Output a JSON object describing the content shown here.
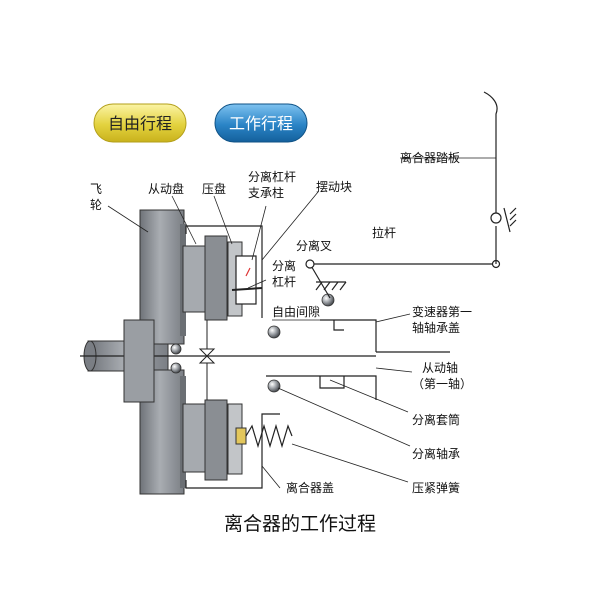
{
  "buttons": {
    "free_travel": "自由行程",
    "working_travel": "工作行程"
  },
  "labels": {
    "flywheel_1": "飞",
    "flywheel_2": "轮",
    "driven_disc": "从动盘",
    "pressure_plate": "压盘",
    "lever_support_1": "分离杠杆",
    "lever_support_2": "支承柱",
    "swing_block": "摆动块",
    "release_fork": "分离叉",
    "pull_rod": "拉杆",
    "release_lever_1": "分离",
    "release_lever_2": "杠杆",
    "free_clearance": "自由间隙",
    "clutch_pedal": "离合器踏板",
    "bearing_cover_1": "变速器第一",
    "bearing_cover_2": "轴轴承盖",
    "driven_shaft_1": "从动轴",
    "driven_shaft_2": "（第一轴）",
    "release_sleeve": "分离套筒",
    "release_bearing": "分离轴承",
    "clutch_cover": "离合器盖",
    "pressure_spring": "压紧弹簧"
  },
  "caption": "离合器的工作过程",
  "colors": {
    "gray": "#8e9297",
    "gray_dark": "#5d6166",
    "gray_light": "#c7cacd",
    "free_button_bg": "#e8d84a",
    "working_button_bg": "#2c86c8",
    "working_button_text": "#ffffff"
  }
}
